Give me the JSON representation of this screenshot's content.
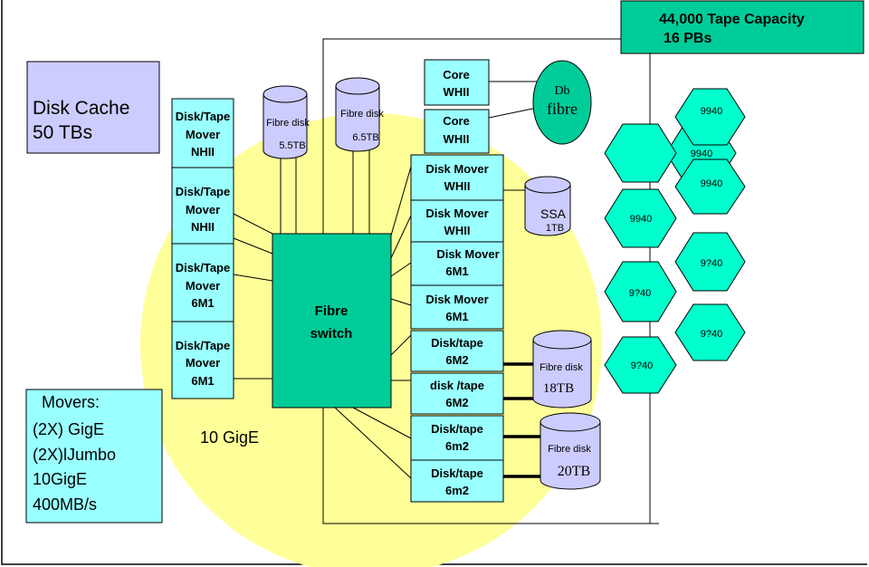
{
  "colors": {
    "accent_green": "#00CC99",
    "panel_lavender": "#CCCCFF",
    "panel_cyan": "#99FFFF",
    "halo_yellow": "#FFFF99",
    "hex_green": "#00FFCC",
    "disk_blue": "#CCCCFF"
  },
  "tape_capacity": {
    "line1": "44,000 Tape Capacity",
    "line2": "16 PBs"
  },
  "disk_cache": {
    "line1": "Disk Cache",
    "line2": "50 TBs"
  },
  "movers_box": {
    "lines": [
      "Movers:",
      "(2X) GigE",
      "(2X)lJumbo",
      "10GigE",
      "400MB/s"
    ]
  },
  "gige_label": "10 GigE",
  "fibre_switch": {
    "line1": "Fibre",
    "line2": "switch"
  },
  "database": {
    "line1": "Db",
    "line2": "fibre"
  },
  "left_movers": [
    {
      "lines": [
        "Disk/Tape",
        "Mover",
        "NHII"
      ]
    },
    {
      "lines": [
        "Disk/Tape",
        "Mover",
        "NHII"
      ]
    },
    {
      "lines": [
        "Disk/Tape",
        "Mover",
        "6M1"
      ]
    },
    {
      "lines": [
        "Disk/Tape",
        "Mover",
        "6M1"
      ]
    }
  ],
  "core_servers": [
    {
      "lines": [
        "Core",
        "WHII"
      ]
    },
    {
      "lines": [
        "Core",
        "WHII"
      ]
    }
  ],
  "right_movers": [
    {
      "lines": [
        "Disk Mover",
        "WHII"
      ]
    },
    {
      "lines": [
        "Disk Mover",
        "WHII"
      ]
    },
    {
      "lines": [
        "Disk Mover",
        "6M1"
      ]
    },
    {
      "lines": [
        "Disk Mover",
        "6M1"
      ]
    },
    {
      "lines": [
        "Disk/tape",
        "6M2"
      ]
    },
    {
      "lines": [
        "disk /tape",
        "6M2"
      ]
    },
    {
      "lines": [
        "Disk/tape",
        "6m2"
      ]
    },
    {
      "lines": [
        "Disk/tape",
        "6m2"
      ]
    }
  ],
  "disks": [
    {
      "name": "Fibre disk",
      "size": "5.5TB"
    },
    {
      "name": "Fibre disk",
      "size": "6.5TB"
    },
    {
      "name": "SSA",
      "size": "1TB"
    },
    {
      "name": "Fibre disk",
      "size": "18TB"
    },
    {
      "name": "Fibre disk",
      "size": "20TB"
    }
  ],
  "tape_libraries": [
    "9940",
    "9940",
    "9940",
    "9940",
    "9?40",
    "9?40",
    "9?40",
    "9?40"
  ]
}
